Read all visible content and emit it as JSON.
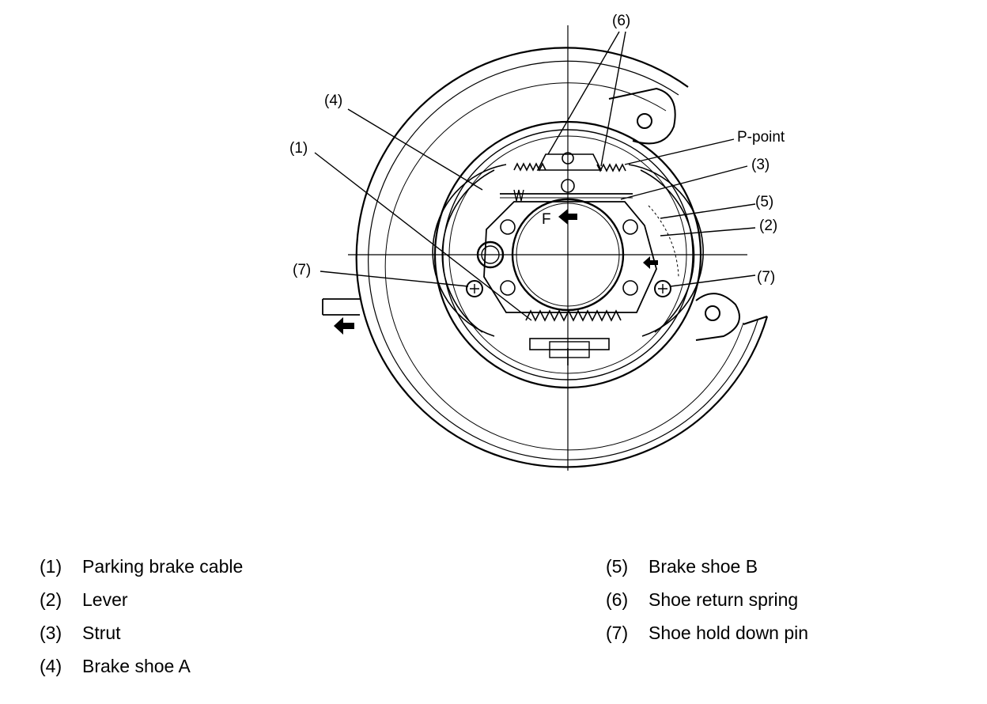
{
  "diagram": {
    "callouts": {
      "c1": "(1)",
      "c2": "(2)",
      "c3": "(3)",
      "c4": "(4)",
      "c5": "(5)",
      "c6": "(6)",
      "c7_left": "(7)",
      "c7_right": "(7)",
      "p_point": "P-point",
      "front_mark": "F"
    }
  },
  "legend": {
    "items": [
      {
        "num": "(1)",
        "text": "Parking brake cable"
      },
      {
        "num": "(2)",
        "text": "Lever"
      },
      {
        "num": "(3)",
        "text": "Strut"
      },
      {
        "num": "(4)",
        "text": "Brake shoe A"
      },
      {
        "num": "(5)",
        "text": "Brake shoe B"
      },
      {
        "num": "(6)",
        "text": "Shoe return spring"
      },
      {
        "num": "(7)",
        "text": "Shoe hold down pin"
      }
    ]
  }
}
